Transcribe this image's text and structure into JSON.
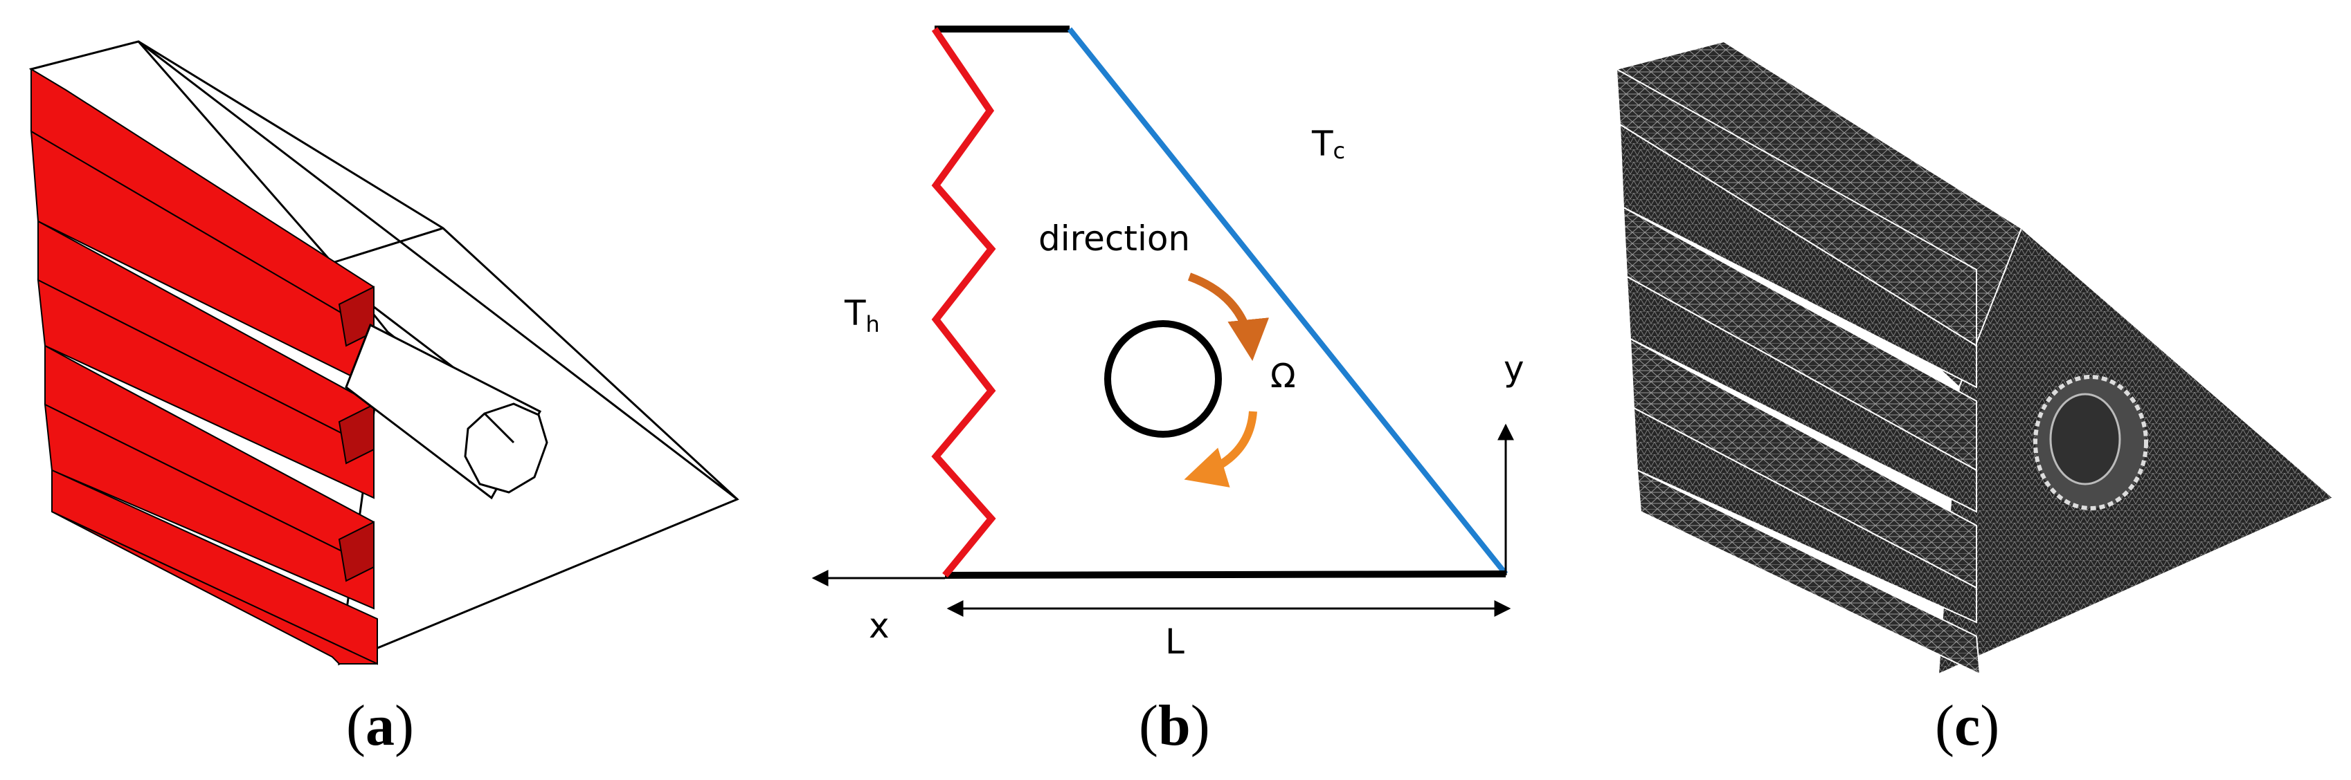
{
  "panels": {
    "a": {
      "caption_letter": "a"
    },
    "b": {
      "caption_letter": "b",
      "labels": {
        "cold_temp_main": "T",
        "cold_temp_sub": "c",
        "hot_temp_main": "T",
        "hot_temp_sub": "h",
        "rotation_word": "direction",
        "angular_velocity": "Ω",
        "y_axis": "y",
        "x_axis": "x",
        "length": "L"
      },
      "colors": {
        "hot_wall": "#e8141b",
        "cold_wall": "#1f7fd0",
        "adiabatic_wall": "#000000",
        "rotation_arrow_top": "#d2691e",
        "rotation_arrow_bottom": "#f08a24"
      }
    },
    "c": {
      "caption_letter": "c"
    }
  },
  "colors": {
    "fin_red": "#ee1111",
    "mesh_dark": "#2a2a2a"
  }
}
